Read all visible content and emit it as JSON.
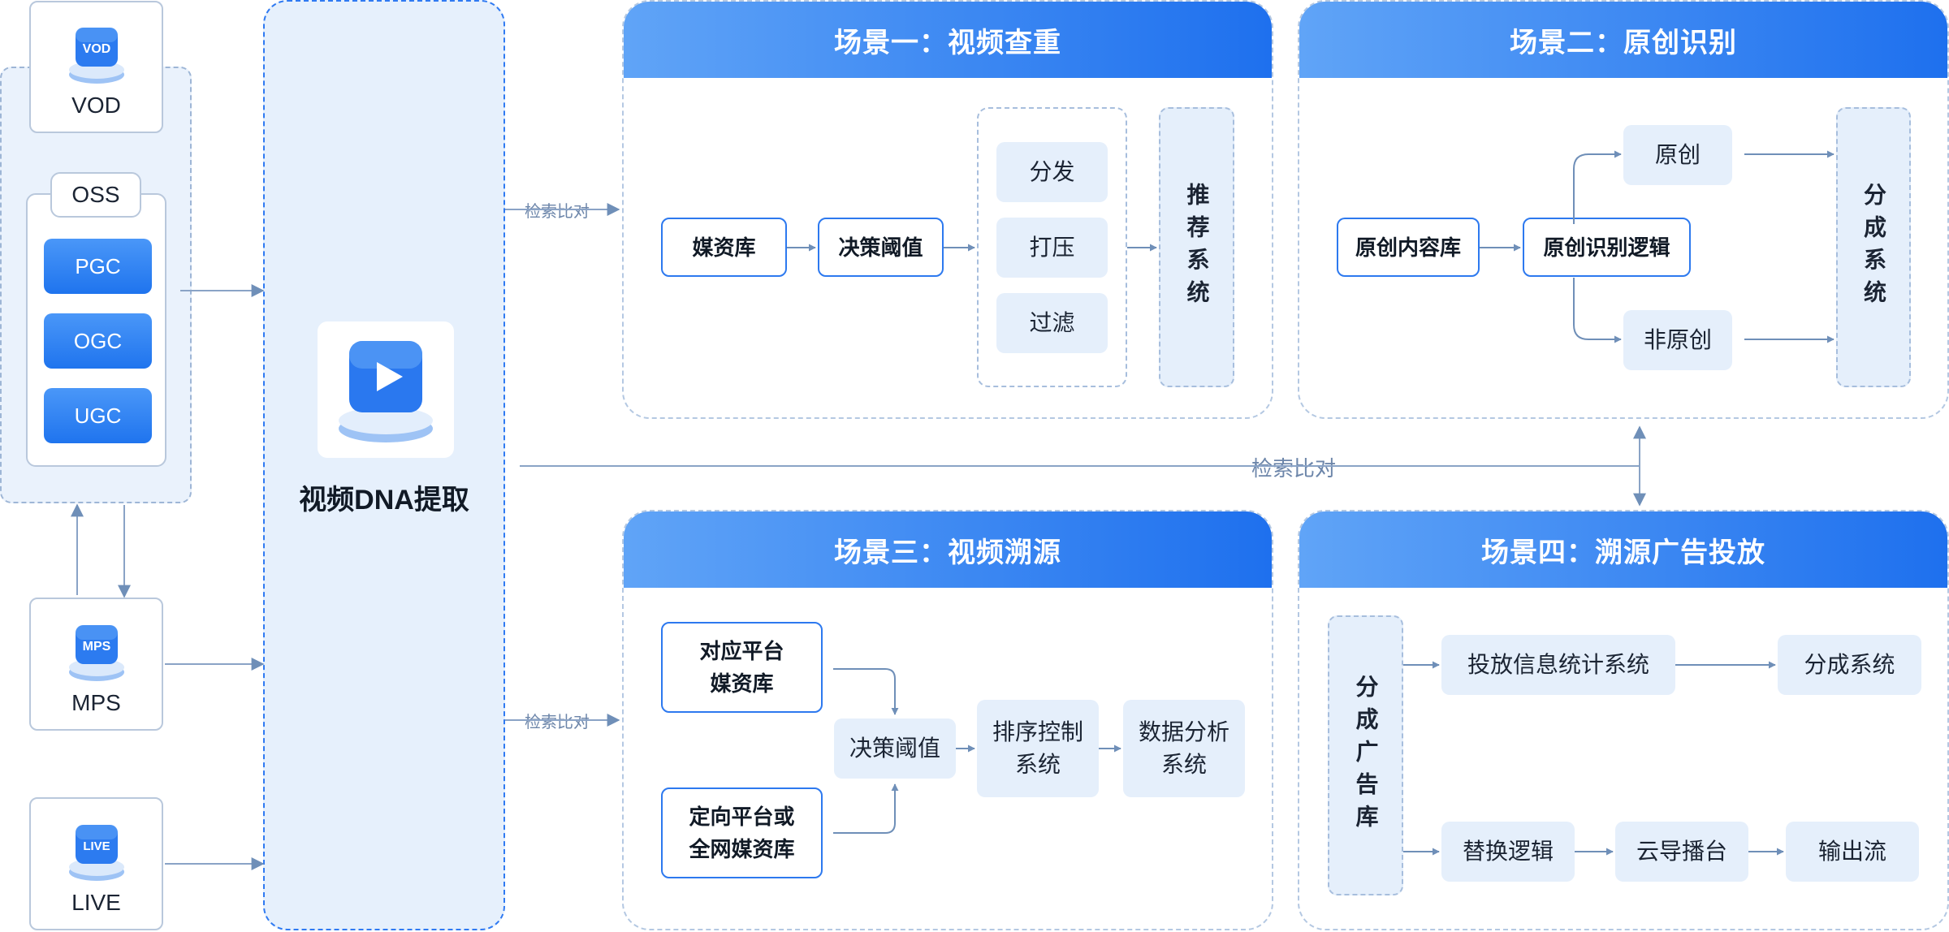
{
  "sources": {
    "vod": {
      "label": "VOD",
      "badge": "VOD"
    },
    "oss": {
      "label": "OSS",
      "items": [
        "PGC",
        "OGC",
        "UGC"
      ]
    },
    "mps": {
      "label": "MPS",
      "badge": "MPS"
    },
    "live": {
      "label": "LIVE",
      "badge": "LIVE"
    }
  },
  "dna": {
    "title": "视频DNA提取"
  },
  "compare": {
    "top": "检索比对",
    "middle": "检索比对",
    "bottom": "检索比对"
  },
  "scene1": {
    "title": "场景一：视频查重",
    "media_lib": "媒资库",
    "threshold": "决策阈值",
    "actions": [
      "分发",
      "打压",
      "过滤"
    ],
    "recommend": "推荐系统"
  },
  "scene2": {
    "title": "场景二：原创识别",
    "content_lib": "原创内容库",
    "logic": "原创识别逻辑",
    "original": "原创",
    "non_original": "非原创",
    "share_sys": "分成系统"
  },
  "scene3": {
    "title": "场景三：视频溯源",
    "platform_lib": [
      "对应平台",
      "媒资库"
    ],
    "network_lib": [
      "定向平台或",
      "全网媒资库"
    ],
    "threshold": "决策阈值",
    "ranking": [
      "排序控制",
      "系统"
    ],
    "analysis": [
      "数据分析",
      "系统"
    ]
  },
  "scene4": {
    "title": "场景四：溯源广告投放",
    "ad_lib": "分成广告库",
    "stats": "投放信息统计系统",
    "share_sys": "分成系统",
    "replace": "替换逻辑",
    "director": "云导播台",
    "output": "输出流"
  },
  "colors": {
    "accent": "#1e70ee",
    "accent_light": "#60a4f7",
    "panel": "#e6f0fc",
    "arrow": "#6f8fb8"
  }
}
